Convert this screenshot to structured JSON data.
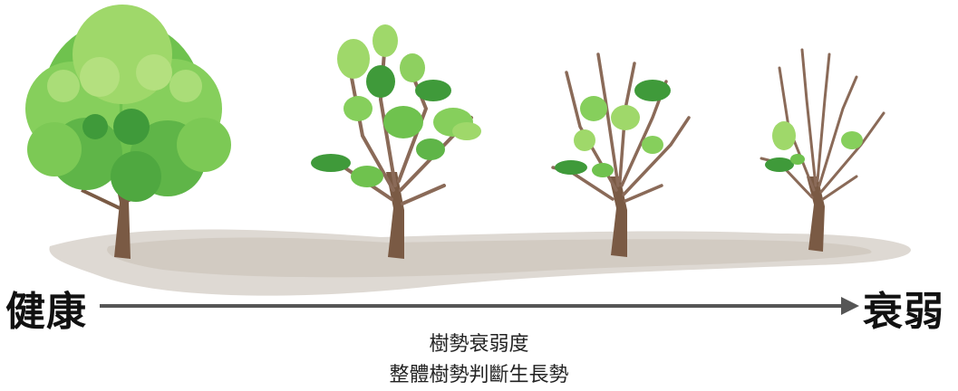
{
  "labels": {
    "start": "健康",
    "end": "衰弱"
  },
  "captions": {
    "line1": "樹勢衰弱度",
    "line2": "整體樹勢判斷生長勢"
  },
  "colors": {
    "leaf_light": "#9fd86a",
    "leaf_mid": "#6fc24e",
    "leaf_dark": "#3f9a3a",
    "trunk": "#7a5a44",
    "branch": "#8a6a58",
    "shadow": "#d7d0c9",
    "arrow": "#555555"
  },
  "trees": [
    {
      "stage": 1,
      "foliage": "full"
    },
    {
      "stage": 2,
      "foliage": "sparse"
    },
    {
      "stage": 3,
      "foliage": "thin"
    },
    {
      "stage": 4,
      "foliage": "minimal"
    }
  ]
}
